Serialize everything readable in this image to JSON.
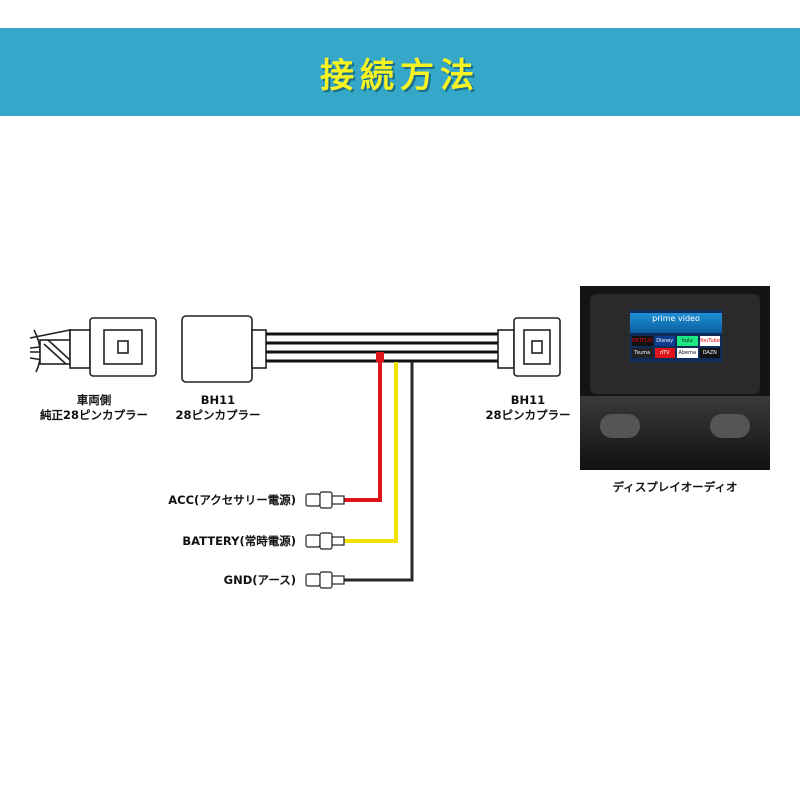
{
  "header": {
    "title": "接続方法"
  },
  "labels": {
    "vehicle_side_line1": "車両側",
    "vehicle_side_line2": "純正28ピンカプラー",
    "bh11_left_line1": "BH11",
    "bh11_left_line2": "28ピンカプラー",
    "bh11_right_line1": "BH11",
    "bh11_right_line2": "28ピンカプラー",
    "display_audio": "ディスプレイオーディオ"
  },
  "wires": {
    "acc": {
      "label": "ACC(アクセサリー電源)",
      "color": "#e0141b"
    },
    "battery": {
      "label": "BATTERY(常時電源)",
      "color": "#f2e200"
    },
    "gnd": {
      "label": "GND(アース)",
      "color": "#2a2a2a"
    }
  },
  "screen": {
    "prime_label": "prime video",
    "apps": [
      "NETFLIX",
      "Disney",
      "hulu",
      "YouTube",
      "Tsuma",
      "dTV",
      "Abema",
      "DAZN"
    ]
  },
  "colors": {
    "banner": "#35a8c9",
    "title": "#f7f322"
  }
}
